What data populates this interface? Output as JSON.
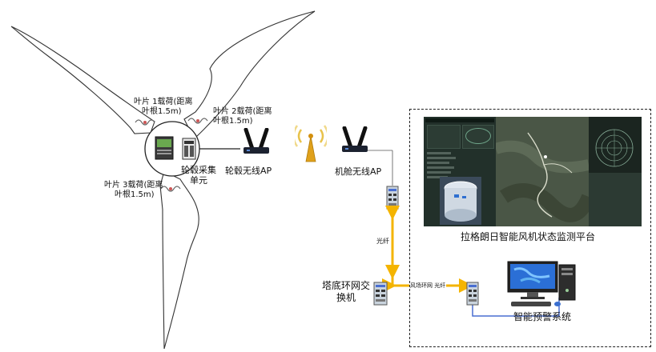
{
  "blade_loads": {
    "blade1": {
      "line1": "叶片 1载荷(距离",
      "line2": "叶根1.5m)"
    },
    "blade2": {
      "line1": "叶片 2载荷(距离",
      "line2": "叶根1.5m)"
    },
    "blade3": {
      "line1": "叶片 3载荷(距离",
      "line2": "叶根1.5m)"
    }
  },
  "hub": {
    "collector_label_line1": "轮毂采集",
    "collector_label_line2": "单元"
  },
  "hub_ap": {
    "label": "轮毂无线AP"
  },
  "nacelle_ap": {
    "label": "机舱无线AP"
  },
  "links": {
    "fiber_vertical": "光纤",
    "fiber_ring": "风场环网 光纤"
  },
  "tower_switch": {
    "label_line1": "塔底环网交",
    "label_line2": "换机"
  },
  "platform": {
    "title": "拉格朗日智能风机状态监测平台"
  },
  "warning_system": {
    "label": "智能预警系统"
  },
  "colors": {
    "fiber": "#f4b400",
    "ethernet": "#4a6fd1",
    "dash_border": "#222222"
  }
}
